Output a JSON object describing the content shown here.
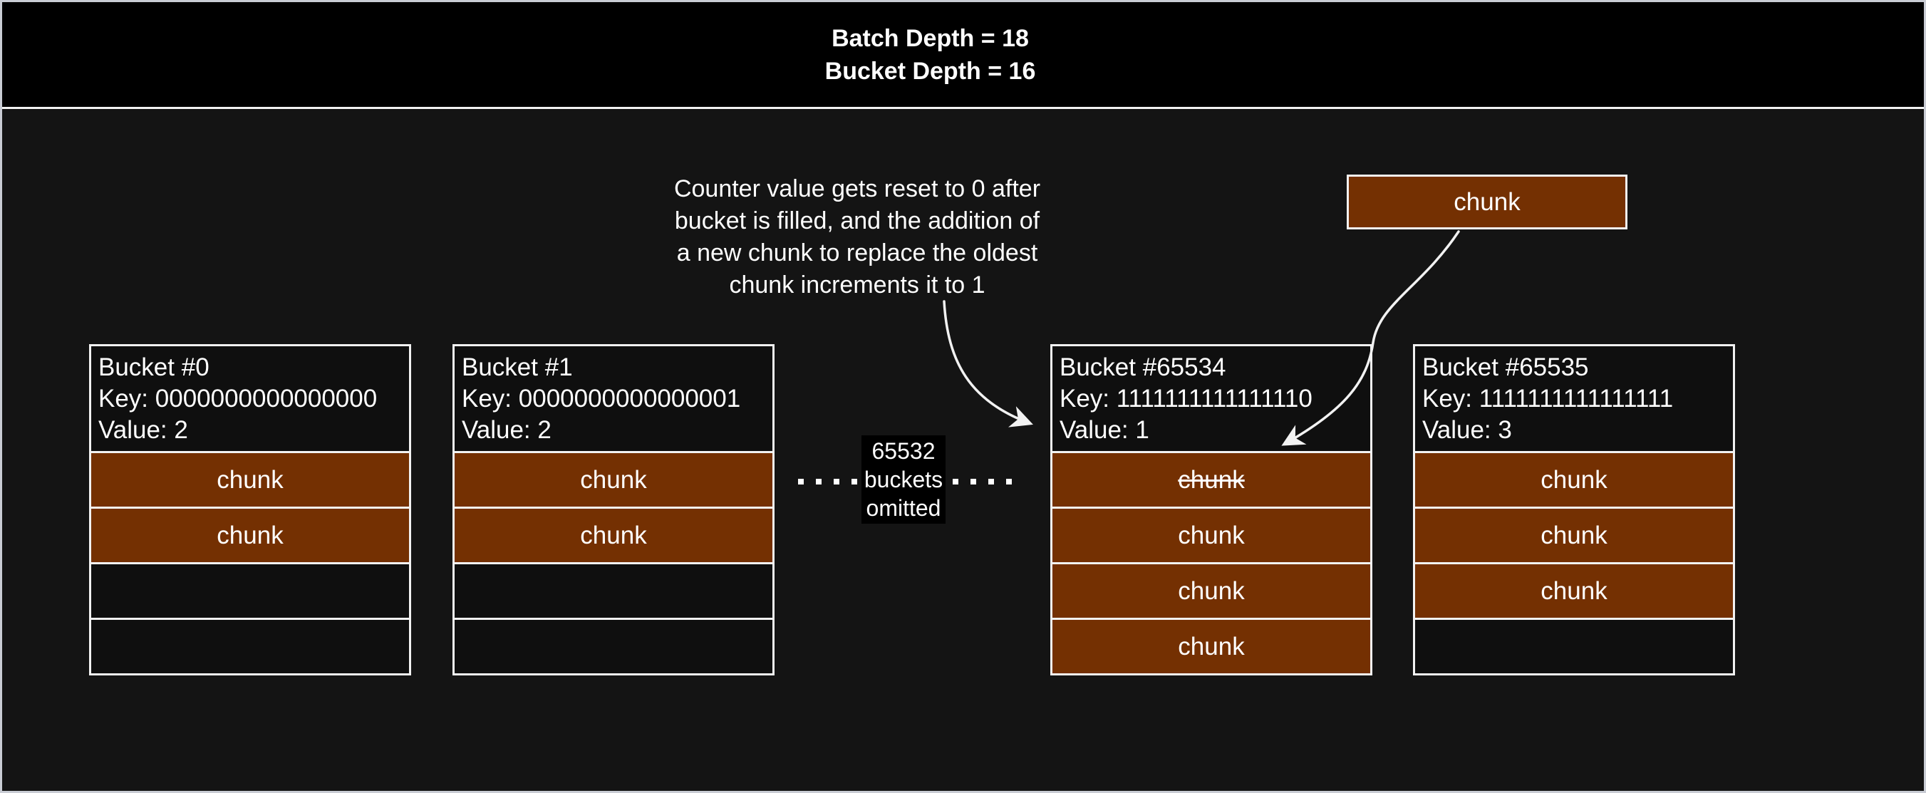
{
  "header": {
    "line1": "Batch Depth = 18",
    "line2": "Bucket Depth = 16"
  },
  "annotation": {
    "lines": [
      "Counter value gets reset to 0 after",
      "bucket is filled, and the addition of",
      "a new chunk to replace the oldest",
      "chunk increments it to 1"
    ]
  },
  "floating_chunk": {
    "label": "chunk"
  },
  "omitted_note": {
    "lines": [
      "65532",
      "buckets",
      "omitted"
    ],
    "dots_per_side": 4
  },
  "buckets": [
    {
      "title": "Bucket #0",
      "key": "Key: 0000000000000000",
      "value": "Value: 2",
      "slots": [
        {
          "label": "chunk",
          "filled": true,
          "strikethrough": false
        },
        {
          "label": "chunk",
          "filled": true,
          "strikethrough": false
        },
        {
          "label": "",
          "filled": false,
          "strikethrough": false
        },
        {
          "label": "",
          "filled": false,
          "strikethrough": false
        }
      ]
    },
    {
      "title": "Bucket #1",
      "key": "Key: 0000000000000001",
      "value": "Value: 2",
      "slots": [
        {
          "label": "chunk",
          "filled": true,
          "strikethrough": false
        },
        {
          "label": "chunk",
          "filled": true,
          "strikethrough": false
        },
        {
          "label": "",
          "filled": false,
          "strikethrough": false
        },
        {
          "label": "",
          "filled": false,
          "strikethrough": false
        }
      ]
    },
    {
      "title": "Bucket #65534",
      "key": "Key: 1111111111111110",
      "value": "Value: 1",
      "slots": [
        {
          "label": "chunk",
          "filled": true,
          "strikethrough": true
        },
        {
          "label": "chunk",
          "filled": true,
          "strikethrough": false
        },
        {
          "label": "chunk",
          "filled": true,
          "strikethrough": false
        },
        {
          "label": "chunk",
          "filled": true,
          "strikethrough": false
        }
      ]
    },
    {
      "title": "Bucket #65535",
      "key": "Key: 1111111111111111",
      "value": "Value: 3",
      "slots": [
        {
          "label": "chunk",
          "filled": true,
          "strikethrough": false
        },
        {
          "label": "chunk",
          "filled": true,
          "strikethrough": false
        },
        {
          "label": "chunk",
          "filled": true,
          "strikethrough": false
        },
        {
          "label": "",
          "filled": false,
          "strikethrough": false
        }
      ]
    }
  ],
  "colors": {
    "chunk_fill": "#743002",
    "border": "#f2f2f2",
    "page_background": "#141414",
    "panel_black": "#000000",
    "text": "#ffffff",
    "outer_edge": "#c9ccd4"
  }
}
